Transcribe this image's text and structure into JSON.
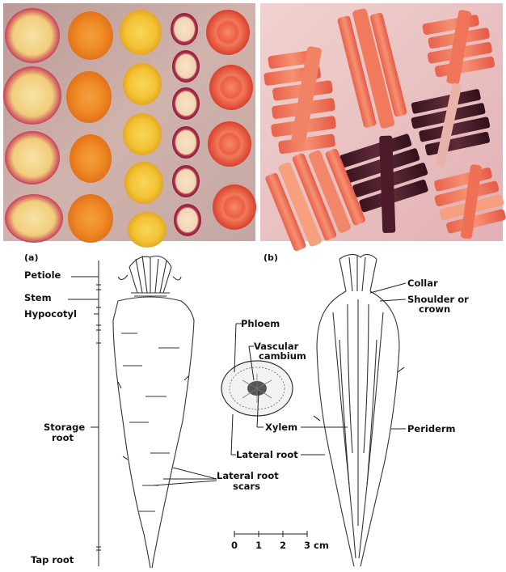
{
  "panel_a": {
    "letter": "(a)",
    "labels": {
      "petiole": "Petiole",
      "stem": "Stem",
      "hypocotyl": "Hypocotyl",
      "storage_root_1": "Storage",
      "storage_root_2": "root",
      "tap_root": "Tap root",
      "lateral_scars_1": "Lateral root",
      "lateral_scars_2": "scars"
    }
  },
  "panel_b": {
    "letter": "(b)",
    "labels": {
      "phloem": "Phloem",
      "vascular_cambium_1": "Vascular",
      "vascular_cambium_2": "cambium",
      "xylem": "Xylem",
      "lateral_root": "Lateral root",
      "collar": "Collar",
      "shoulder_1": "Shoulder or",
      "shoulder_2": "crown",
      "periderm": "Periderm"
    }
  },
  "scale_bar": {
    "ticks": [
      "0",
      "1",
      "2",
      "3 cm"
    ]
  },
  "colors": {
    "photo_left_bg": "#c9a9a5",
    "photo_right_bg": "#eac4c4",
    "orange": "#f08a2a",
    "yellow": "#f5c83a",
    "red": "#e0503a",
    "purple": "#4a1f2a",
    "cream": "#f3d48a"
  }
}
